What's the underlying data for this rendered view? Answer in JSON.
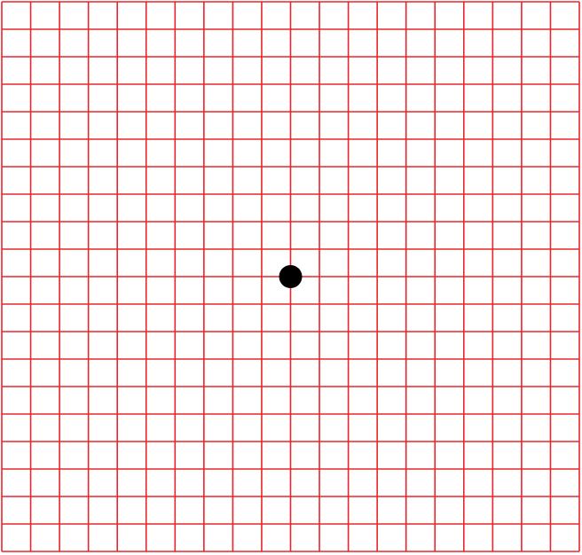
{
  "grid": {
    "columns": 20,
    "rows": 20,
    "line_color": "#e8262b",
    "background_color": "#ffffff"
  },
  "fixation_dot": {
    "color": "#000000",
    "column_line": 10,
    "row_line": 10
  }
}
